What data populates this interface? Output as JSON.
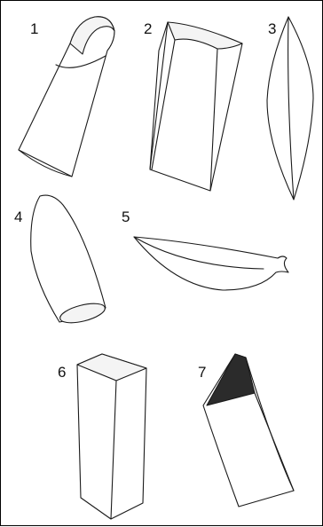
{
  "figure": {
    "items": [
      {
        "label": "1"
      },
      {
        "label": "2"
      },
      {
        "label": "3"
      },
      {
        "label": "4"
      },
      {
        "label": "5"
      },
      {
        "label": "6"
      },
      {
        "label": "7"
      }
    ]
  }
}
